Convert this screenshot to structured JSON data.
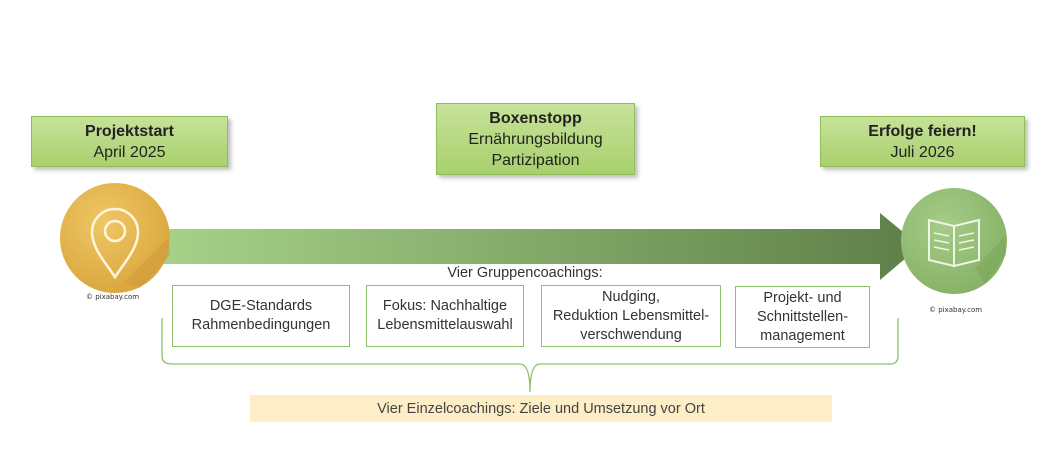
{
  "milestones": {
    "start": {
      "title": "Projektstart",
      "sub": "April 2025"
    },
    "middle": {
      "title": "Boxenstopp",
      "line1": "Ernährungsbildung",
      "line2": "Partizipation"
    },
    "end": {
      "title": "Erfolge feiern!",
      "sub": "Juli 2026"
    }
  },
  "credits": {
    "left": "© pixabay.com",
    "right": "© pixabay.com"
  },
  "icons": {
    "left": "map-pin-icon",
    "right": "open-book-icon"
  },
  "group_coachings": {
    "title": "Vier Gruppencoachings:",
    "items": [
      "DGE-Standards\nRahmenbedingungen",
      "Fokus: Nachhaltige\nLebensmittelauswahl",
      "Nudging,\nReduktion Lebensmittel-\nverschwendung",
      "Projekt- und\nSchnittstellen-\nmanagement"
    ]
  },
  "single_coachings": "Vier Einzelcoachings: Ziele und Umsetzung vor Ort",
  "colors": {
    "arrow_start": "#a8d38a",
    "arrow_end": "#5e7f48",
    "milestone_fill": "#b5d77f",
    "gold_circle": "#e2b14c",
    "green_circle": "#93be74",
    "box_border": "#8cc26a",
    "bottom_bar": "#fdeec7"
  }
}
